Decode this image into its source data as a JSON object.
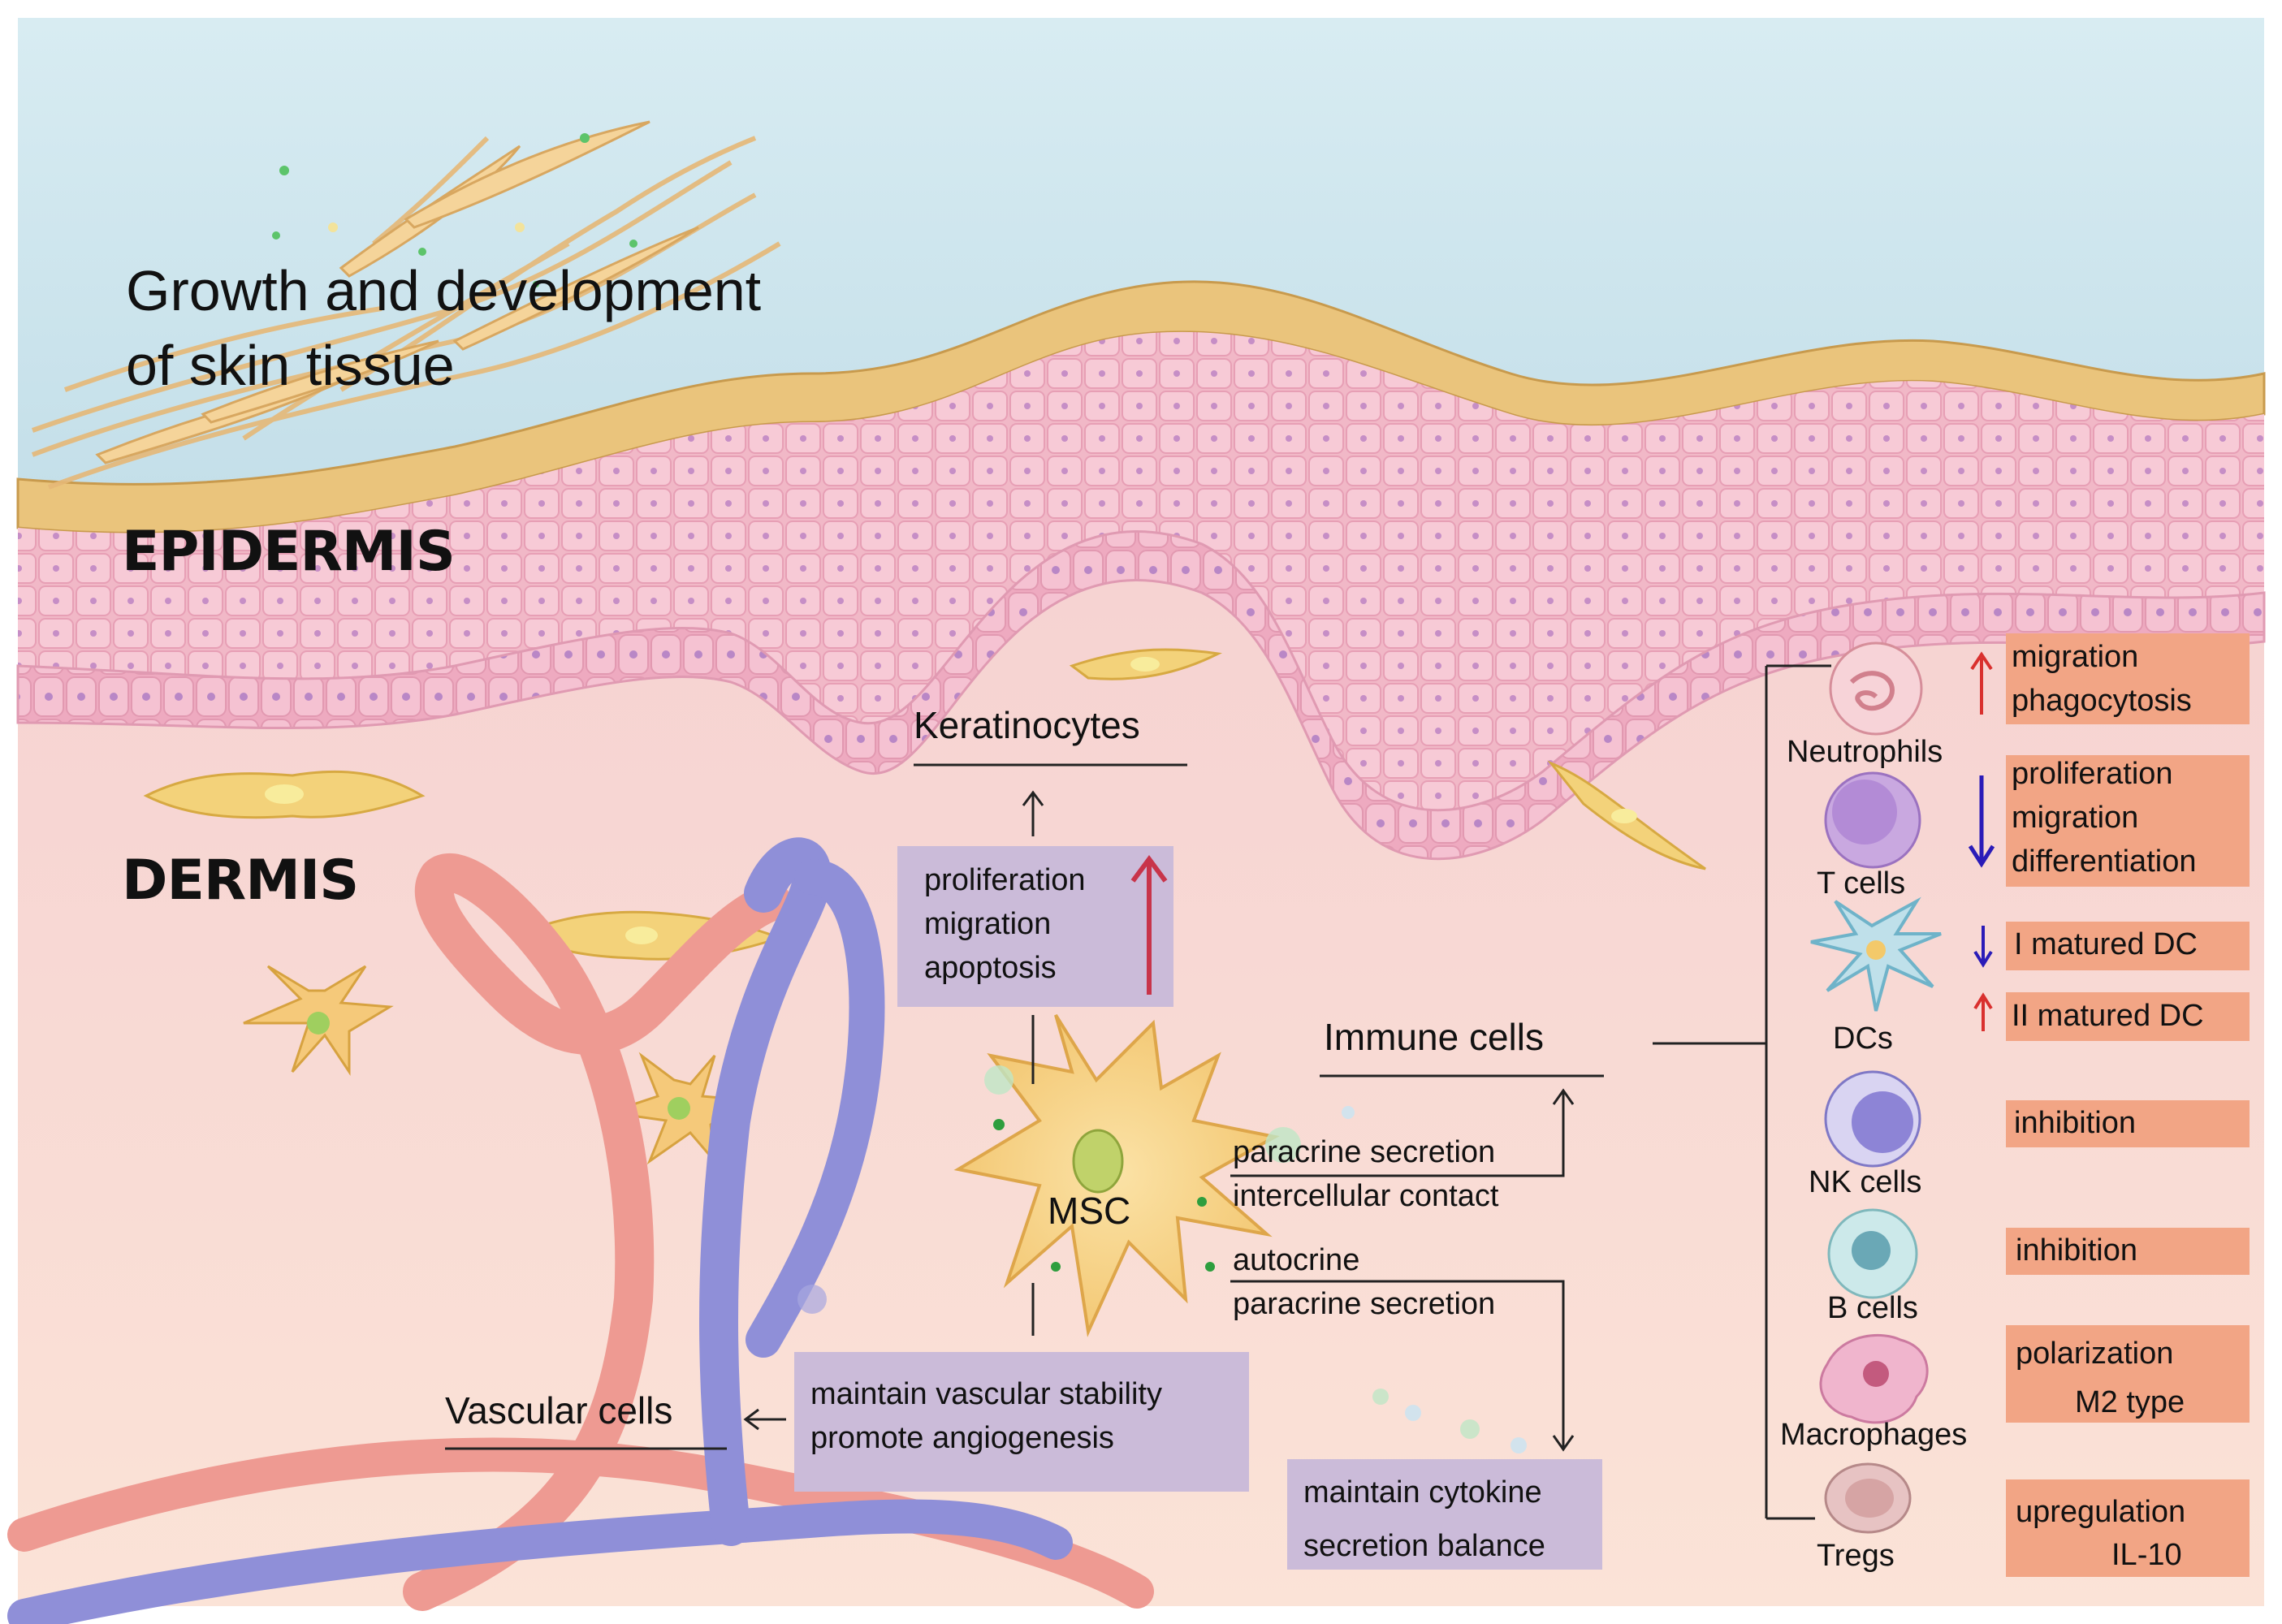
{
  "title": {
    "line1": "Growth and development",
    "line2": "of skin tissue"
  },
  "layers": {
    "epidermis": "EPIDERMIS",
    "dermis": "DERMIS"
  },
  "msc": {
    "label": "MSC"
  },
  "keratinocytes": {
    "label": "Keratinocytes",
    "effects": [
      "proliferation",
      "migration",
      "apoptosis"
    ]
  },
  "vascular": {
    "label": "Vascular cells",
    "effects": [
      "maintain vascular stability",
      "promote angiogenesis"
    ]
  },
  "immune": {
    "label": "Immune cells",
    "mechanism": [
      "paracrine secretion",
      "intercellular contact"
    ],
    "autocrine": [
      "autocrine",
      "paracrine secretion"
    ],
    "cytokine": [
      "maintain cytokine",
      "secretion balance"
    ]
  },
  "immune_cells": [
    {
      "name": "Neutrophils",
      "arrow": "up",
      "effects": [
        "migration",
        "phagocytosis"
      ]
    },
    {
      "name": "T cells",
      "arrow": "down",
      "effects": [
        "proliferation",
        "migration",
        "differentiation"
      ]
    },
    {
      "name": "DCs",
      "arrows": [
        "down",
        "up"
      ],
      "effects": [
        "I matured DC",
        "II matured DC"
      ]
    },
    {
      "name": "NK cells",
      "effects": [
        "inhibition"
      ]
    },
    {
      "name": "B cells",
      "effects": [
        "inhibition"
      ]
    },
    {
      "name": "Macrophages",
      "effects": [
        "polarization",
        "M2 type"
      ]
    },
    {
      "name": "Tregs",
      "effects": [
        "upregulation",
        "IL-10"
      ]
    }
  ],
  "colors": {
    "sky": "#cfe6ee",
    "dermis": "#f6cfd0",
    "epidermis_cells": "#f0b6c4",
    "keratin": "#e8c27a",
    "artery": "#ee9a92",
    "vein": "#8f8fd8",
    "purple_box": "#cbbbd9",
    "orange_box": "#f2a585",
    "arrow_red": "#d9302e",
    "arrow_blue": "#2a1bb8"
  }
}
